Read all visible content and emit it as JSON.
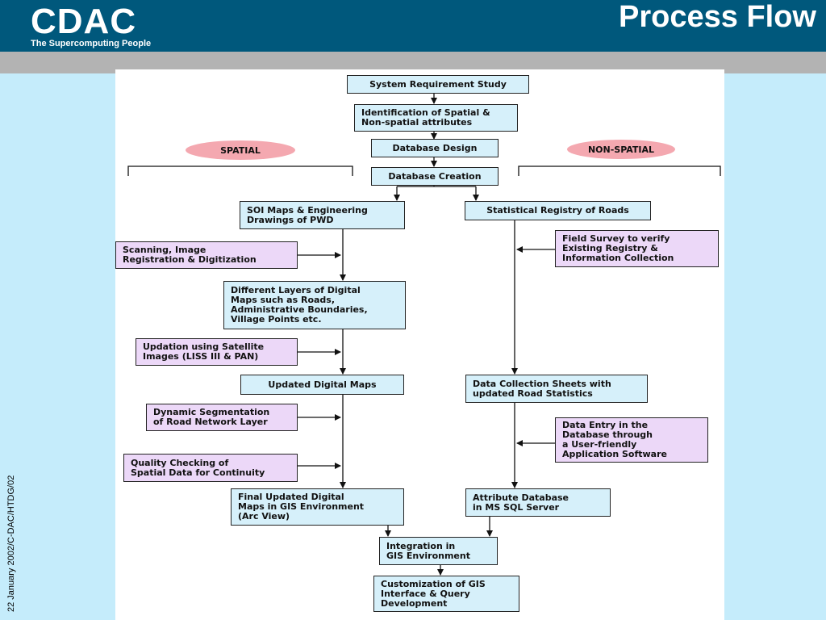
{
  "header": {
    "logo_text": "CDAC",
    "tagline": "The Supercomputing People",
    "title": "Process Flow"
  },
  "footer": {
    "date_ref": "22 January 2002/C-DAC/HTDG/02"
  },
  "diagram": {
    "spatial_label": "SPATIAL",
    "nonspatial_label": "NON-SPATIAL",
    "main_flow": [
      "System Requirement Study",
      "Identification of Spatial &\nNon-spatial attributes",
      "Database Design",
      "Database Creation"
    ],
    "spatial_flow": [
      "SOI Maps & Engineering\nDrawings of PWD",
      "Different Layers of Digital\nMaps such as Roads,\nAdministrative Boundaries,\nVillage Points etc.",
      "Updated Digital Maps",
      "Final Updated Digital\nMaps in GIS Environment\n(Arc View)"
    ],
    "spatial_inputs": [
      "Scanning, Image\nRegistration & Digitization",
      "Updation using Satellite\nImages (LISS III & PAN)",
      "Dynamic Segmentation\nof Road Network Layer",
      "Quality Checking of\nSpatial Data for Continuity"
    ],
    "nonspatial_flow": [
      "Statistical Registry of Roads",
      "Data Collection Sheets with\nupdated Road Statistics",
      "Attribute Database\nin MS SQL Server"
    ],
    "nonspatial_inputs": [
      "Field Survey to verify\nExisting Registry &\nInformation Collection",
      "Data Entry in the\nDatabase through\na User-friendly\nApplication Software"
    ],
    "final_flow": [
      "Integration in\nGIS Environment",
      "Customization of GIS\nInterface & Query\nDevelopment"
    ]
  }
}
